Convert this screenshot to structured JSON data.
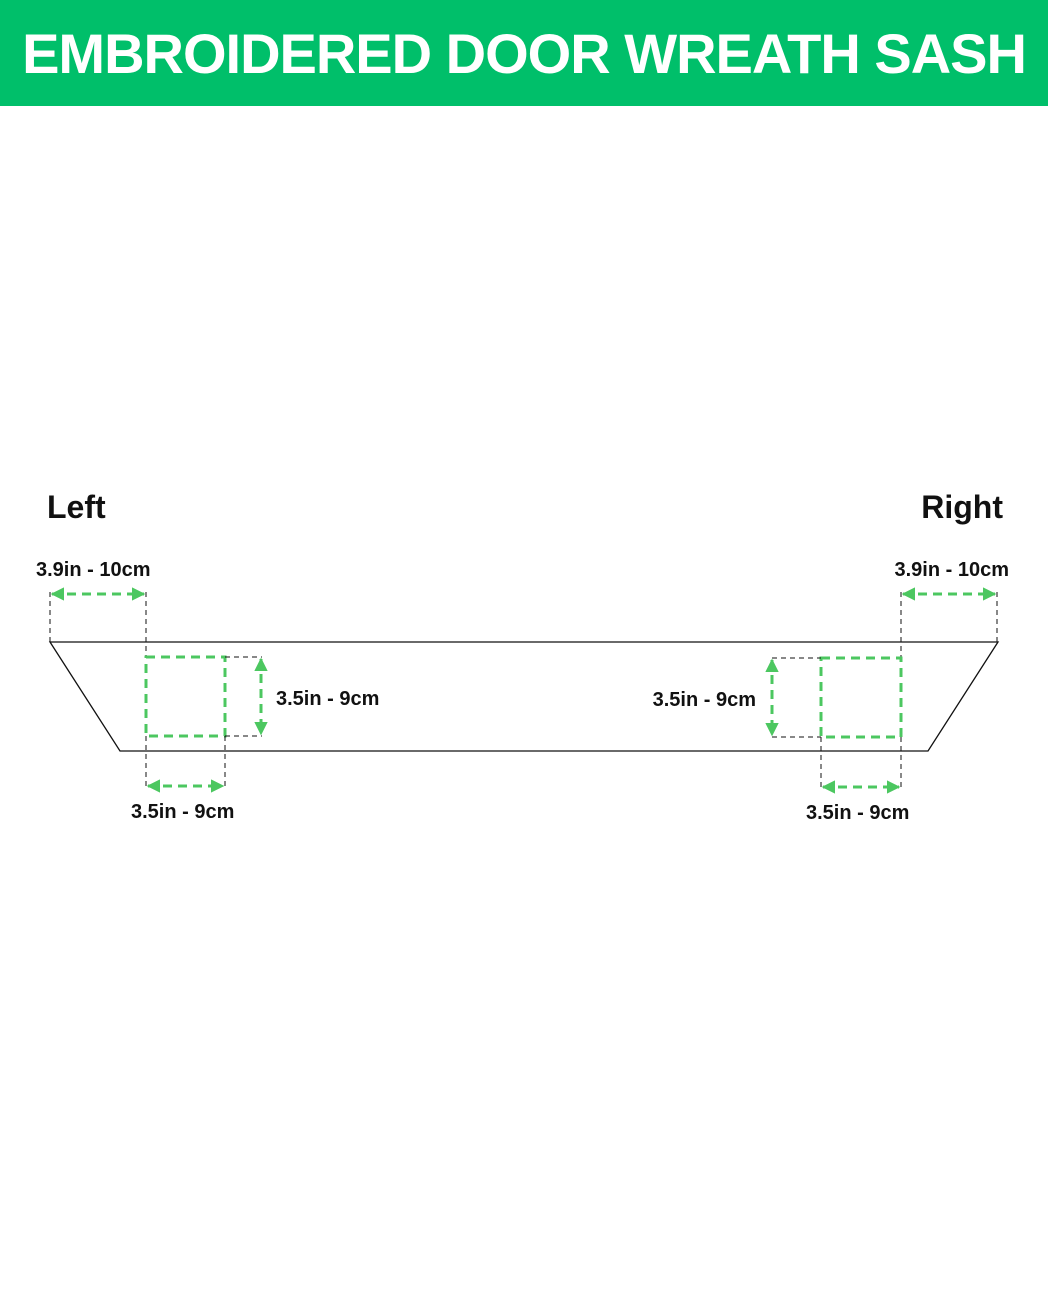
{
  "header": {
    "title": "EMBROIDERED DOOR WREATH SASH",
    "background_color": "#00bf6a"
  },
  "diagram": {
    "accent_color": "#4cc760",
    "left": {
      "label": "Left",
      "end_width": "3.9in - 10cm",
      "box_height": "3.5in - 9cm",
      "box_width": "3.5in - 9cm"
    },
    "right": {
      "label": "Right",
      "end_width": "3.9in - 10cm",
      "box_height": "3.5in - 9cm",
      "box_width": "3.5in - 9cm"
    }
  }
}
